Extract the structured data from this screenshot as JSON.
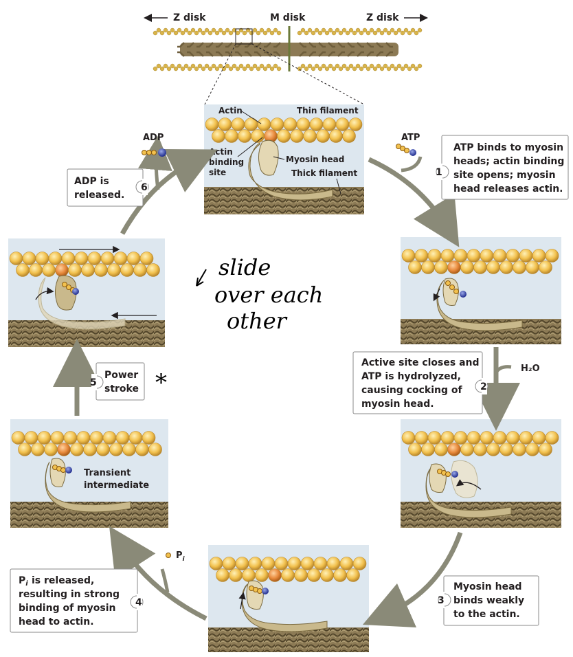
{
  "sarcomere": {
    "z_disk_left": "Z disk",
    "m_disk": "M disk",
    "z_disk_right": "Z disk"
  },
  "top_panel": {
    "actin": "Actin",
    "thin_filament": "Thin filament",
    "actin_binding_site": [
      "Actin",
      "binding",
      "site"
    ],
    "myosin_head": "Myosin head",
    "thick_filament": "Thick filament"
  },
  "molecules": {
    "atp": "ATP",
    "adp": "ADP",
    "h2o": "H₂O",
    "pi": "P",
    "pi_sub": "i"
  },
  "steps": [
    {
      "number": "1",
      "lines": [
        "ATP binds to myosin",
        "heads; actin binding",
        "site opens; myosin",
        "head releases actin."
      ]
    },
    {
      "number": "2",
      "lines": [
        "Active site closes and",
        "ATP is hydrolyzed,",
        "causing cocking of",
        "myosin head."
      ]
    },
    {
      "number": "3",
      "lines": [
        "Myosin head",
        "binds weakly",
        "to the actin."
      ]
    },
    {
      "number": "4",
      "lines": [
        "P",
        "i is released,",
        "resulting in strong",
        "binding of myosin",
        "head to actin."
      ]
    },
    {
      "number": "5",
      "lines": [
        "Power",
        "stroke"
      ]
    },
    {
      "number": "6",
      "lines": [
        "ADP is",
        "released."
      ]
    }
  ],
  "transient_label": [
    "Transient",
    "intermediate"
  ],
  "handwriting": {
    "note": [
      "slide",
      "over each",
      "other"
    ],
    "asterisk": "*"
  },
  "colors": {
    "actin_bead": "#f2c14e",
    "actin_highlight": "#e88a3c",
    "panel_bg": "#dde7ef",
    "thick_filament": "#7b6a4a",
    "arrow": "#8a8a78",
    "myosin": "#c9b98c"
  }
}
